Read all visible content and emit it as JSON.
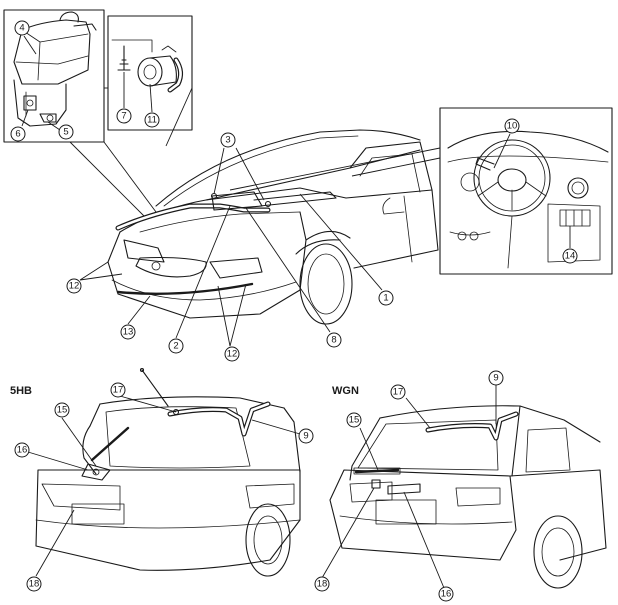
{
  "sections": {
    "hatch_label": "5HB",
    "wagon_label": "WGN"
  },
  "callouts": {
    "c1": "1",
    "c2": "2",
    "c3": "3",
    "c4": "4",
    "c5": "5",
    "c6": "6",
    "c7": "7",
    "c8": "8",
    "c9": "9",
    "c10": "10",
    "c11": "11",
    "c12": "12",
    "c13": "13",
    "c14": "14",
    "c15": "15",
    "c16": "16",
    "c17": "17",
    "c18": "18"
  }
}
